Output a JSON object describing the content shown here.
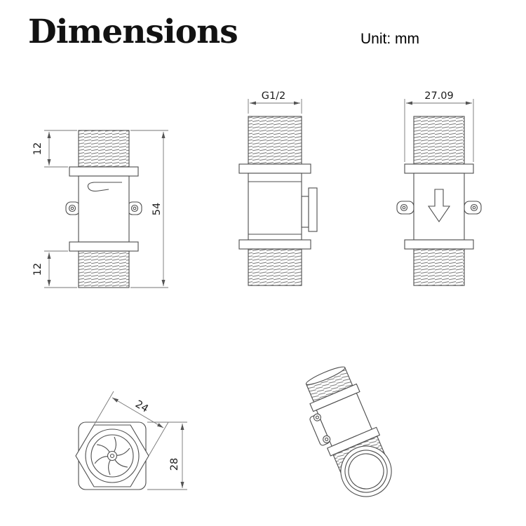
{
  "header": {
    "title": "Dimensions",
    "unit_label": "Unit: mm"
  },
  "views": {
    "side": {
      "dim_top_thread": "12",
      "dim_overall": "54",
      "dim_bottom_thread": "12"
    },
    "front": {
      "dim_thread_spec": "G1/2"
    },
    "flow": {
      "dim_width": "27.09"
    },
    "top": {
      "dim_across_flats": "24",
      "dim_body": "28"
    }
  },
  "colors": {
    "background": "#ffffff",
    "outline": "#4d4d4d",
    "dimension_line": "#757575",
    "label_text": "#1c1c1c"
  }
}
